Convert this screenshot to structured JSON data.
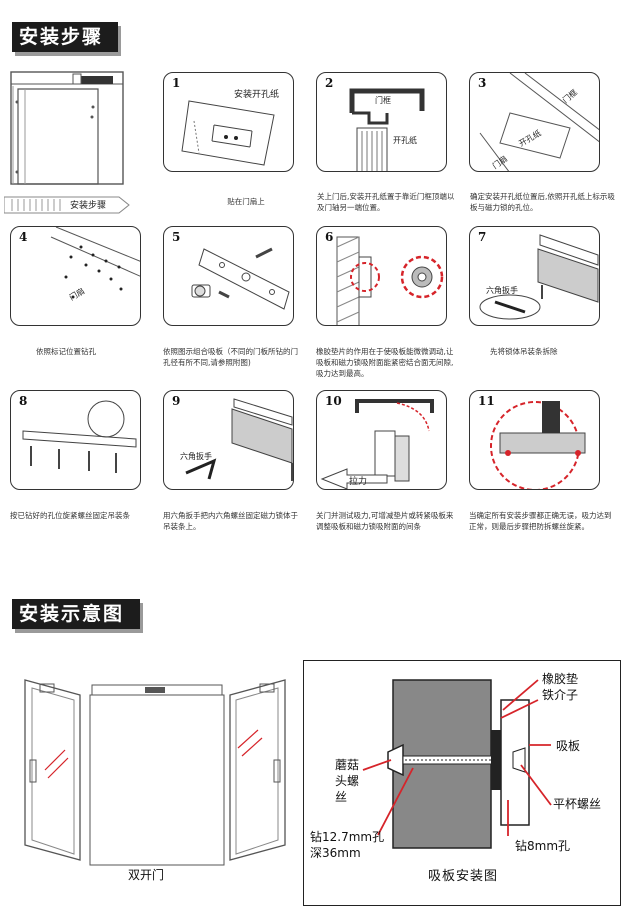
{
  "section1": {
    "title": "安装步骤"
  },
  "banner": {
    "label": "安装步骤"
  },
  "steps": [
    {
      "n": "1",
      "caption": "贴在门扇上",
      "labels": [
        "安装开孔纸"
      ]
    },
    {
      "n": "2",
      "caption": "关上门后,安装开孔纸置于靠近门框顶端以及门轴另一端位置。",
      "labels": [
        "门框",
        "开孔纸"
      ]
    },
    {
      "n": "3",
      "caption": "确定安装开孔纸位置后,依照开孔纸上标示吸板与磁力锁的孔位。",
      "labels": [
        "门框",
        "开孔纸",
        "门扇"
      ]
    },
    {
      "n": "4",
      "caption": "依照标记位置钻孔",
      "labels": [
        "门扇"
      ]
    },
    {
      "n": "5",
      "caption": "依照图示组合吸板（不同的门板所钻的门孔径有所不同,请参照附图)",
      "labels": []
    },
    {
      "n": "6",
      "caption": "橡胶垫片的作用在于使吸板能微微调动,让吸板和磁力锁吸附面能紧密结合面无间隙,吸力达到最高。",
      "labels": []
    },
    {
      "n": "7",
      "caption": "先将锁体吊装条拆除",
      "labels": [
        "六角扳手"
      ]
    },
    {
      "n": "8",
      "caption": "按已钻好的孔位旋紧螺丝固定吊装条",
      "labels": []
    },
    {
      "n": "9",
      "caption": "用六角扳手把内六角螺丝固定磁力锁体于吊装条上。",
      "labels": [
        "六角扳手"
      ]
    },
    {
      "n": "10",
      "caption": "关门并测试吸力,可增减垫片或转紧吸板来调整吸板和磁力锁吸附面的间条",
      "labels": [
        "拉力"
      ]
    },
    {
      "n": "11",
      "caption": "当确定所有安装步骤都正确无误，吸力达到正常，则最后步骤把防拆螺丝旋紧。",
      "labels": []
    }
  ],
  "section2": {
    "title": "安装示意图"
  },
  "door_caption": "双开门",
  "plate": {
    "rubber": "橡胶垫",
    "iron": "铁介子",
    "plate": "吸板",
    "mushroom": [
      "蘑菇",
      "头螺",
      "丝"
    ],
    "flat": "平杯螺丝",
    "drill12_a": "钻12.7mm孔",
    "drill12_b": "深36mm",
    "drill8": "钻8mm孔",
    "title": "吸板安装图"
  },
  "colors": {
    "header_bg": "#1c1c1c",
    "accent_red": "#d6242a"
  }
}
